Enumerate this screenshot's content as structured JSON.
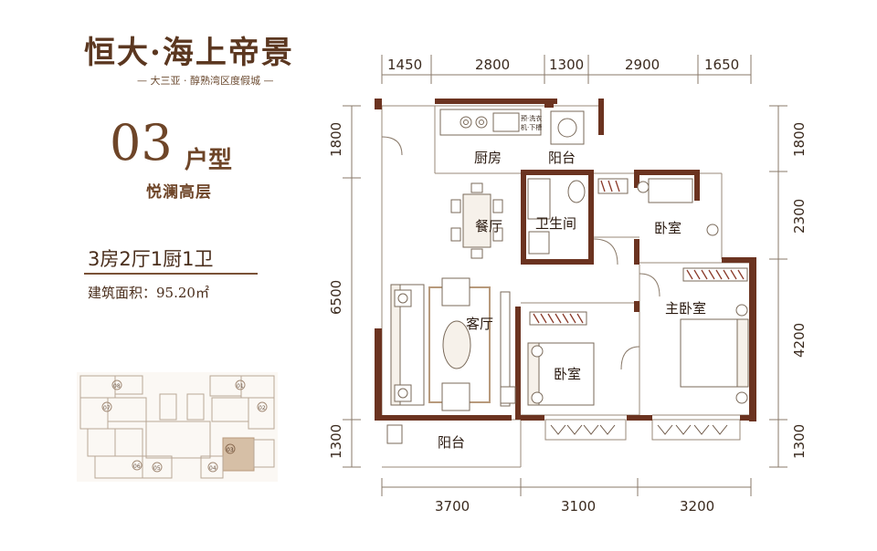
{
  "brand": {
    "name": "恒大·海上帝景",
    "tagline": "— 大三亚 · 醇熟湾区度假城 —"
  },
  "unit": {
    "code": "03",
    "suffix": "户型",
    "series": "悦澜高层"
  },
  "layout": {
    "type": "3房2厅1厨1卫",
    "area": "建筑面积：95.20㎡"
  },
  "rooms": {
    "kitchen": "厨房",
    "balcony_top": "阳台",
    "dining": "餐厅",
    "bathroom": "卫生间",
    "bedroom_right": "卧室",
    "living": "客厅",
    "master": "主卧室",
    "bedroom_bottom": "卧室",
    "balcony_bottom": "阳台"
  },
  "appliance_label": {
    "line1": "预·洗衣",
    "line2": "机·下槽"
  },
  "dimensions": {
    "top": [
      "1450",
      "2800",
      "1300",
      "2900",
      "1650"
    ],
    "bottom": [
      "3700",
      "3100",
      "3200"
    ],
    "left": [
      "1800",
      "6500",
      "1300"
    ],
    "right": [
      "1800",
      "2300",
      "4200",
      "1300"
    ]
  },
  "keyplan": {
    "unit_labels": [
      "08",
      "07",
      "06",
      "05",
      "04",
      "03",
      "02",
      "01"
    ],
    "highlight": "03"
  },
  "colors": {
    "wall": "#6b3320",
    "accent": "#7a5237",
    "highlight": "#d6bfa6"
  }
}
